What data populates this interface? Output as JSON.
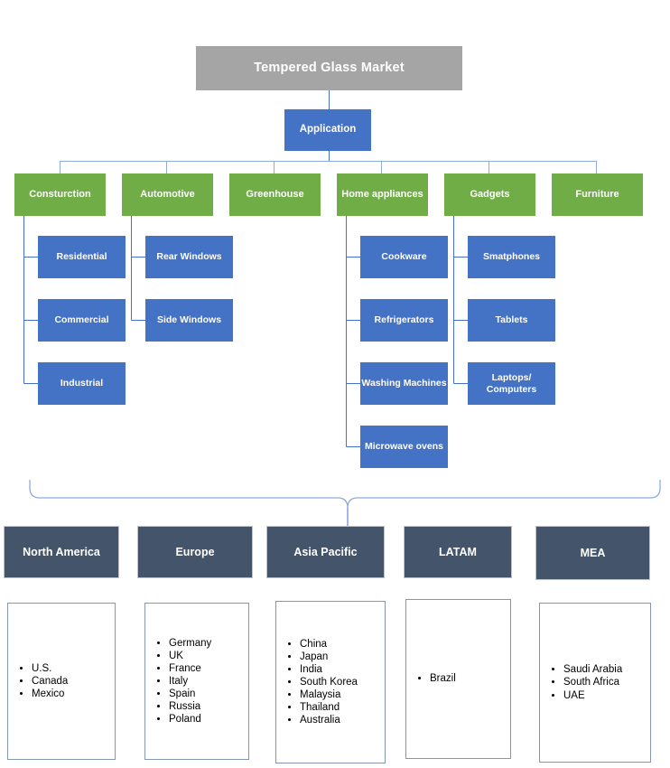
{
  "diagram": {
    "title": "Tempered Glass Market",
    "segment": {
      "label": "Application"
    },
    "colors": {
      "title_bg": "#a5a5a5",
      "segment_bg": "#4472c4",
      "category_bg": "#70ad47",
      "subitem_bg": "#4472c4",
      "region_bg": "#44546a",
      "connector": "#4472c4",
      "listbox_border": "#8496b0"
    },
    "categories": [
      {
        "label": "Consturction",
        "children": [
          "Residential",
          "Commercial",
          "Industrial"
        ]
      },
      {
        "label": "Automotive",
        "children": [
          "Rear Windows",
          "Side Windows"
        ]
      },
      {
        "label": "Greenhouse",
        "children": []
      },
      {
        "label": "Home appliances",
        "children": [
          "Cookware",
          "Refrigerators",
          "Washing Machines",
          "Microwave ovens"
        ]
      },
      {
        "label": "Gadgets",
        "children": [
          "Smatphones",
          "Tablets",
          "Laptops/\nComputers"
        ]
      },
      {
        "label": "Furniture",
        "children": []
      }
    ],
    "regions": [
      {
        "name": "North America",
        "countries": [
          "U.S.",
          "Canada",
          "Mexico"
        ]
      },
      {
        "name": "Europe",
        "countries": [
          "Germany",
          "UK",
          "France",
          "Italy",
          "Spain",
          "Russia",
          "Poland"
        ]
      },
      {
        "name": "Asia Pacific",
        "countries": [
          "China",
          "Japan",
          "India",
          "South Korea",
          "Malaysia",
          "Thailand",
          "Australia"
        ]
      },
      {
        "name": "LATAM",
        "countries": [
          "Brazil"
        ]
      },
      {
        "name": "MEA",
        "countries": [
          "Saudi Arabia",
          "South Africa",
          "UAE"
        ]
      }
    ]
  }
}
